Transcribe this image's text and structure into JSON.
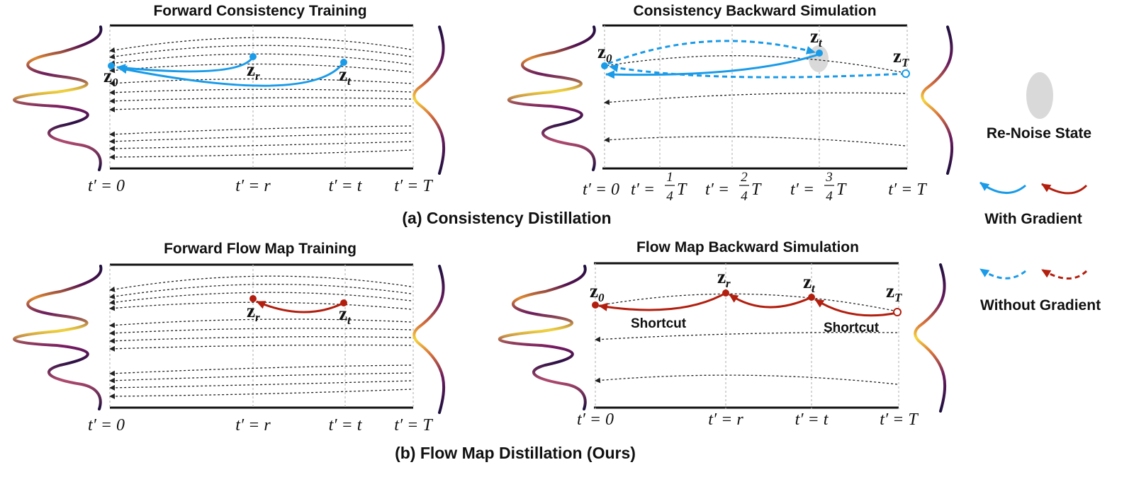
{
  "panels": {
    "fct_title": "Forward Consistency Training",
    "cbs_title": "Consistency Backward Simulation",
    "ffm_title": "Forward Flow Map Training",
    "fmbs_title": "Flow Map Backward Simulation"
  },
  "captions": {
    "a": "(a) Consistency Distillation",
    "b": "(b) Flow Map Distillation (Ours)"
  },
  "legend": {
    "renoise": "Re-Noise State",
    "with_grad": "With Gradient",
    "without_grad": "Without Gradient"
  },
  "ticks": {
    "t0": "t′ = 0",
    "tr": "t′ = r",
    "tt": "t′ = t",
    "tT": "t′ = T",
    "prefix": "t′ =",
    "f1_num": "1",
    "f2_num": "2",
    "f3_num": "3",
    "f_den": "4",
    "f_T": "T"
  },
  "z": {
    "base": "z",
    "s0": "0",
    "sr": "r",
    "st": "t",
    "sT": "T"
  },
  "shortcut": "Shortcut",
  "colors": {
    "with_gradient_blue": "#1a9be8",
    "with_gradient_red": "#b21f0f",
    "renoise_gray": "#d9d9d9"
  }
}
